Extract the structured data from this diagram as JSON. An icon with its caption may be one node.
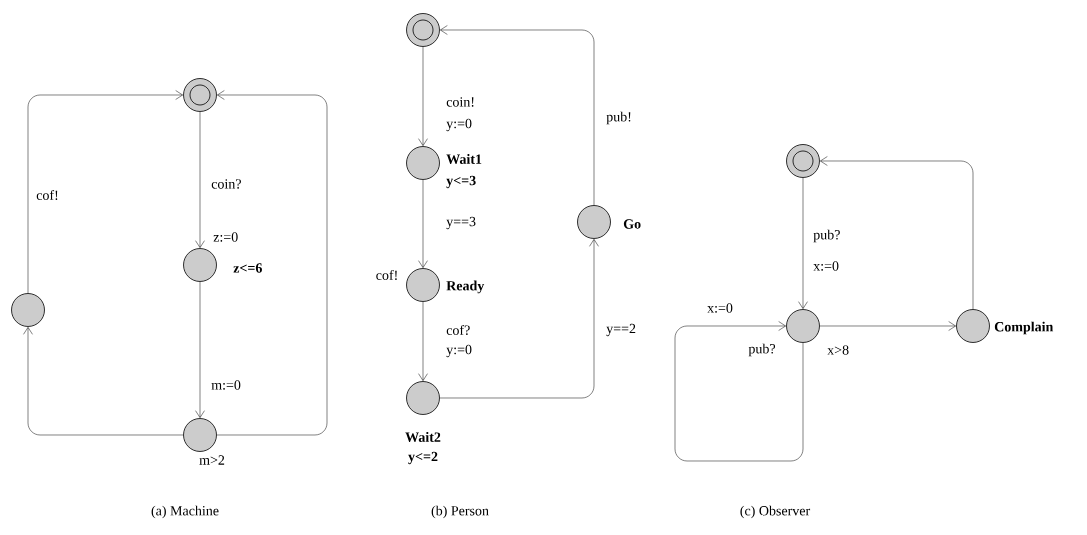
{
  "diagram": {
    "nodes": [
      {
        "text": [],
        "shape": "circle"
      },
      {
        "text": [],
        "shape": "circle",
        "beside": [
          "z<=6"
        ]
      },
      {
        "text": [],
        "shape": "circle"
      },
      {
        "text": [],
        "shape": "circle"
      },
      {
        "text": [],
        "shape": "circle"
      },
      {
        "text": [],
        "shape": "circle",
        "beside": [
          "Wait1",
          "y<=3"
        ]
      },
      {
        "text": [],
        "shape": "circle",
        "beside": [
          "Ready"
        ]
      },
      {
        "text": [],
        "shape": "circle",
        "beside": [
          "Wait2",
          "y<=2"
        ]
      },
      {
        "text": [],
        "shape": "circle",
        "beside": [
          "Go"
        ]
      },
      {
        "text": [],
        "shape": "circle"
      },
      {
        "text": [],
        "shape": "circle"
      },
      {
        "text": [],
        "shape": "circle",
        "beside": [
          "Complain"
        ]
      }
    ],
    "edges": [
      {
        "from": 0,
        "to": 1,
        "arrow": "to",
        "label": "coin?"
      },
      {
        "from": 1,
        "to": 2,
        "arrow": "to",
        "label": "m:=0"
      },
      {
        "from": 2,
        "to": 3,
        "arrow": "to",
        "label": "m>2"
      },
      {
        "from": 3,
        "to": 0,
        "arrow": "to",
        "label": "cof!"
      },
      {
        "from": 2,
        "to": 0,
        "arrow": "to",
        "label": "cof!"
      },
      {
        "from": 4,
        "to": 5,
        "arrow": "to",
        "label": "coin!"
      },
      {
        "from": 5,
        "to": 6,
        "arrow": "to",
        "label": "y==3"
      },
      {
        "from": 6,
        "to": 7,
        "arrow": "to",
        "label": "cof?"
      },
      {
        "from": 7,
        "to": 8,
        "arrow": "to",
        "label": "y==2"
      },
      {
        "from": 8,
        "to": 4,
        "arrow": "to",
        "label": "pub!"
      },
      {
        "from": 9,
        "to": 10,
        "arrow": "to",
        "label": "pub?"
      },
      {
        "from": 10,
        "to": 10,
        "arrow": "to",
        "label": "pub?"
      },
      {
        "from": 10,
        "to": 11,
        "arrow": "to",
        "label": "x>8"
      },
      {
        "from": 11,
        "to": 9,
        "arrow": "to"
      }
    ],
    "labels": [
      "z:=0",
      "y:=0",
      "y:=0",
      "x:=0",
      "x:=0",
      "(a) Machine",
      "(b) Person",
      "(c) Observer"
    ]
  }
}
